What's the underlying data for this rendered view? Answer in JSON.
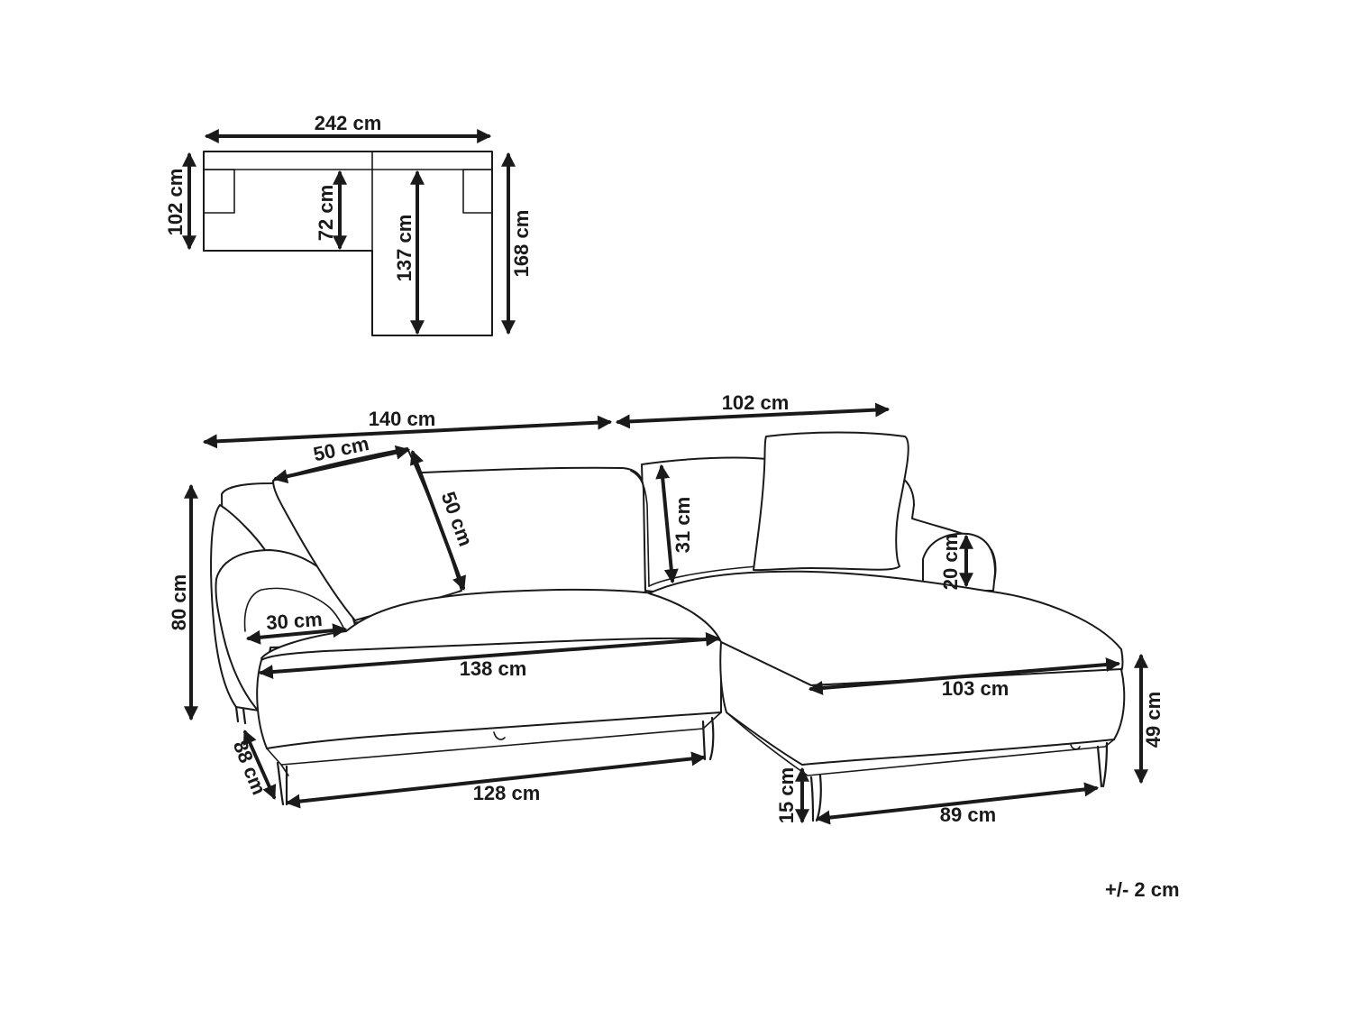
{
  "top_view": {
    "width": "242 cm",
    "depth": "102 cm",
    "seat_depth": "72 cm",
    "chaise_inner_depth": "137 cm",
    "chaise_total_depth": "168 cm"
  },
  "front_view": {
    "left_section_width": "140 cm",
    "chaise_section_width": "102 cm",
    "cushion_width": "50 cm",
    "cushion_height": "50 cm",
    "total_height": "80 cm",
    "armrest_width": "30 cm",
    "seat_width": "138 cm",
    "depth_label": "88 cm",
    "base_width": "128 cm",
    "back_height": "31 cm",
    "armrest_height": "20 cm",
    "chaise_seat_width": "103 cm",
    "seat_height": "49 cm",
    "leg_height": "15 cm",
    "chaise_base_width": "89 cm"
  },
  "tolerance_note": "+/- 2 cm",
  "colors": {
    "line": "#1a1a1a",
    "background": "#ffffff"
  }
}
